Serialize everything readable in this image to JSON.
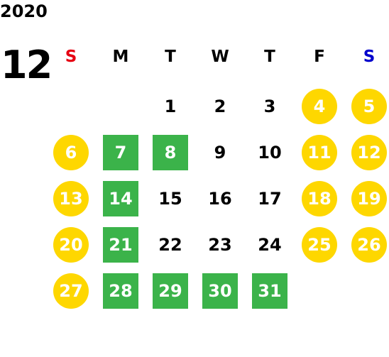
{
  "calendar": {
    "year": "2020",
    "month": "12",
    "weekday_headers": [
      "S",
      "M",
      "T",
      "W",
      "T",
      "F",
      "S"
    ],
    "colors": {
      "sunday_header": "#e60012",
      "saturday_header": "#0000cc",
      "weekend_circle": "#fed700",
      "highlight_square": "#3bb34a",
      "day_text": "#000000",
      "marked_day_text": "#ffffff"
    },
    "weeks": [
      [
        {
          "day": "",
          "style": "empty"
        },
        {
          "day": "",
          "style": "empty"
        },
        {
          "day": "1",
          "style": "plain"
        },
        {
          "day": "2",
          "style": "plain"
        },
        {
          "day": "3",
          "style": "plain"
        },
        {
          "day": "4",
          "style": "circle"
        },
        {
          "day": "5",
          "style": "circle"
        }
      ],
      [
        {
          "day": "6",
          "style": "circle"
        },
        {
          "day": "7",
          "style": "square"
        },
        {
          "day": "8",
          "style": "square"
        },
        {
          "day": "9",
          "style": "plain"
        },
        {
          "day": "10",
          "style": "plain"
        },
        {
          "day": "11",
          "style": "circle"
        },
        {
          "day": "12",
          "style": "circle"
        }
      ],
      [
        {
          "day": "13",
          "style": "circle"
        },
        {
          "day": "14",
          "style": "square"
        },
        {
          "day": "15",
          "style": "plain"
        },
        {
          "day": "16",
          "style": "plain"
        },
        {
          "day": "17",
          "style": "plain"
        },
        {
          "day": "18",
          "style": "circle"
        },
        {
          "day": "19",
          "style": "circle"
        }
      ],
      [
        {
          "day": "20",
          "style": "circle"
        },
        {
          "day": "21",
          "style": "square"
        },
        {
          "day": "22",
          "style": "plain"
        },
        {
          "day": "23",
          "style": "plain"
        },
        {
          "day": "24",
          "style": "plain"
        },
        {
          "day": "25",
          "style": "circle"
        },
        {
          "day": "26",
          "style": "circle"
        }
      ],
      [
        {
          "day": "27",
          "style": "circle"
        },
        {
          "day": "28",
          "style": "square"
        },
        {
          "day": "29",
          "style": "square"
        },
        {
          "day": "30",
          "style": "square"
        },
        {
          "day": "31",
          "style": "square"
        },
        {
          "day": "",
          "style": "empty"
        },
        {
          "day": "",
          "style": "empty"
        }
      ]
    ]
  }
}
